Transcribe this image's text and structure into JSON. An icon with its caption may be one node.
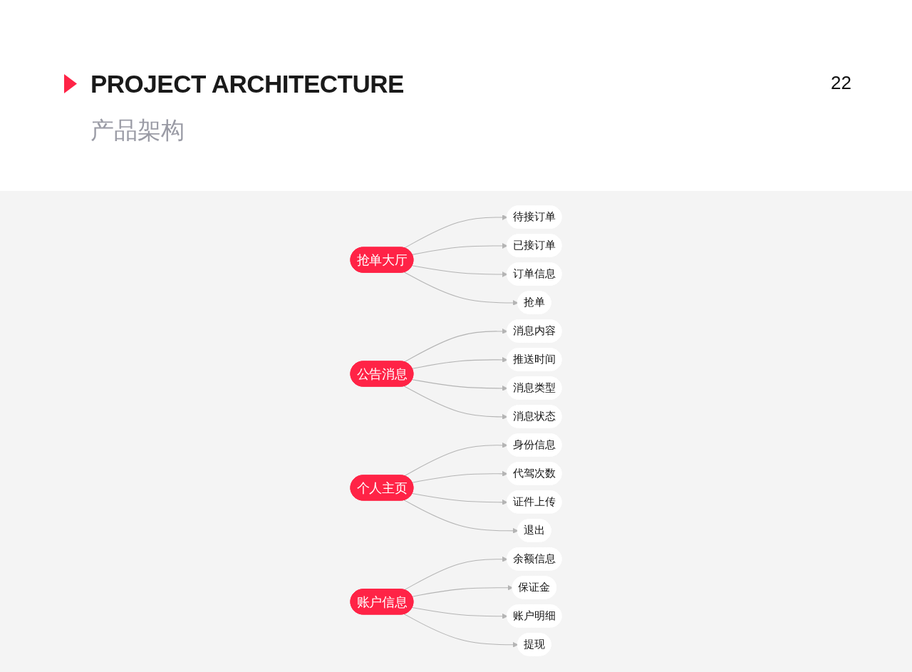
{
  "diagram": {
    "title": "PROJECT ARCHITECTURE",
    "nodes": [
      {
        "text": [
          "抢单大厅"
        ]
      },
      {
        "text": [
          "待接订单"
        ]
      },
      {
        "text": [
          "已接订单"
        ]
      },
      {
        "text": [
          "订单信息"
        ]
      },
      {
        "text": [
          "抢单"
        ]
      },
      {
        "text": [
          "公告消息"
        ]
      },
      {
        "text": [
          "消息内容"
        ]
      },
      {
        "text": [
          "推送时间"
        ]
      },
      {
        "text": [
          "消息类型"
        ]
      },
      {
        "text": [
          "消息状态"
        ]
      },
      {
        "text": [
          "个人主页"
        ]
      },
      {
        "text": [
          "身份信息"
        ]
      },
      {
        "text": [
          "代驾次数"
        ]
      },
      {
        "text": [
          "证件上传"
        ]
      },
      {
        "text": [
          "退出"
        ]
      },
      {
        "text": [
          "账户信息"
        ]
      },
      {
        "text": [
          "余额信息"
        ]
      },
      {
        "text": [
          "保证金"
        ]
      },
      {
        "text": [
          "账户明细"
        ]
      },
      {
        "text": [
          "提现"
        ]
      }
    ],
    "edges": [
      {
        "from": 0,
        "to": 1,
        "arrow": "to"
      },
      {
        "from": 0,
        "to": 2,
        "arrow": "to"
      },
      {
        "from": 0,
        "to": 3,
        "arrow": "to"
      },
      {
        "from": 0,
        "to": 4,
        "arrow": "to"
      },
      {
        "from": 5,
        "to": 6,
        "arrow": "to"
      },
      {
        "from": 5,
        "to": 7,
        "arrow": "to"
      },
      {
        "from": 5,
        "to": 8,
        "arrow": "to"
      },
      {
        "from": 5,
        "to": 9,
        "arrow": "to"
      },
      {
        "from": 10,
        "to": 11,
        "arrow": "to"
      },
      {
        "from": 10,
        "to": 12,
        "arrow": "to"
      },
      {
        "from": 10,
        "to": 13,
        "arrow": "to"
      },
      {
        "from": 10,
        "to": 14,
        "arrow": "to"
      },
      {
        "from": 15,
        "to": 16,
        "arrow": "to"
      },
      {
        "from": 15,
        "to": 17,
        "arrow": "to"
      },
      {
        "from": 15,
        "to": 18,
        "arrow": "to"
      },
      {
        "from": 15,
        "to": 19,
        "arrow": "to"
      }
    ],
    "labels": [
      "22",
      "产品架构"
    ]
  }
}
